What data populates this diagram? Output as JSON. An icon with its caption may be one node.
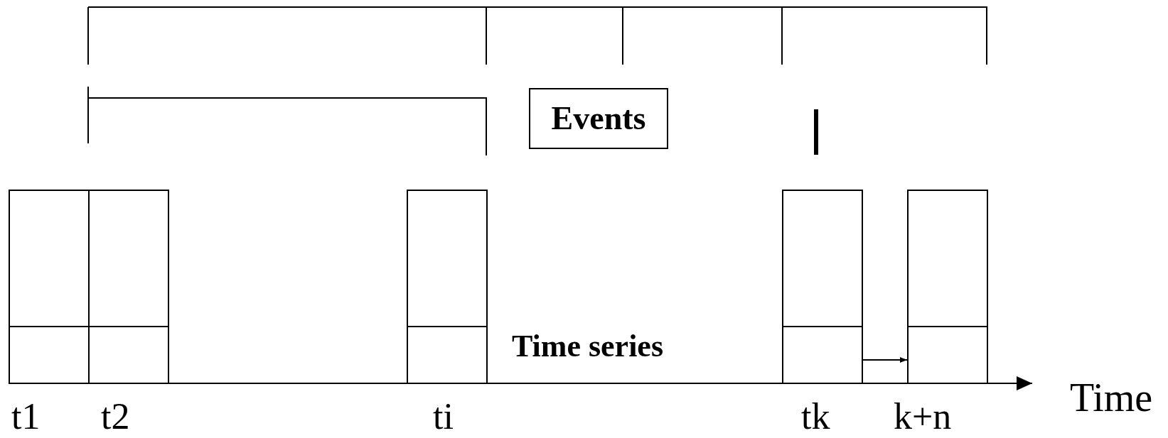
{
  "diagram": {
    "nodes": [
      {
        "text": [
          "Events"
        ]
      },
      {
        "text": [],
        "shape": "box",
        "beside": [
          "t1"
        ]
      },
      {
        "text": [],
        "shape": "box",
        "beside": [
          "t2"
        ]
      },
      {
        "text": [],
        "shape": "box",
        "beside": [
          "ti"
        ]
      },
      {
        "text": [],
        "shape": "box",
        "beside": [
          "tk"
        ]
      },
      {
        "text": [],
        "shape": "box",
        "beside": [
          "k+n"
        ]
      }
    ],
    "edges": [
      {
        "from": 4,
        "to": 5,
        "arrow": "to"
      }
    ],
    "labels": [
      "Time series",
      "Time"
    ]
  }
}
